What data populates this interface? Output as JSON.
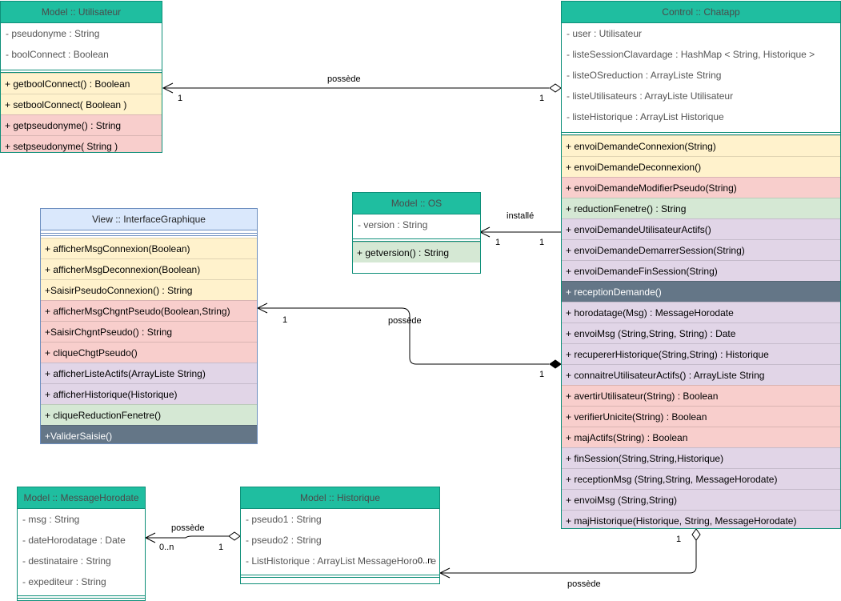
{
  "utilisateur": {
    "title": "Model :: Utilisateur",
    "attributes": [
      "- pseudonyme  : String",
      "- boolConnect  : Boolean"
    ],
    "operations": [
      {
        "label": "+ getboolConnect()  : Boolean",
        "color": "yellow"
      },
      {
        "label": "+ setboolConnect( Boolean )",
        "color": "yellow"
      },
      {
        "label": "+ getpseudonyme()  : String",
        "color": "red"
      },
      {
        "label": "+ setpseudonyme( String )",
        "color": "red"
      }
    ]
  },
  "chatapp": {
    "title": "Control :: Chatapp",
    "attributes": [
      "- user : Utilisateur",
      "- listeSessionClavardage : HashMap  < String, Historique >",
      "- listeOSreduction : ArrayListe String",
      "- listeUtilisateurs : ArrayListe Utilisateur",
      "- listeHistorique :  ArrayList Historique"
    ],
    "operations": [
      {
        "label": "+ envoiDemandeConnexion(String)",
        "color": "yellow"
      },
      {
        "label": "+ envoiDemandeDeconnexion()",
        "color": "yellow"
      },
      {
        "label": "+ envoiDemandeModifierPseudo(String)",
        "color": "red"
      },
      {
        "label": "+ reductionFenetre() : String",
        "color": "green"
      },
      {
        "label": "+ envoiDemandeUtilisateurActifs()",
        "color": "purple"
      },
      {
        "label": "+ envoiDemandeDemarrerSession(String)",
        "color": "purple"
      },
      {
        "label": "+ envoiDemandeFinSession(String)",
        "color": "purple"
      },
      {
        "label": "+ receptionDemande()",
        "color": "dark"
      },
      {
        "label": "+ horodatage(Msg) : MessageHorodate",
        "color": "purple"
      },
      {
        "label": "+ envoiMsg (String,String, String) : Date",
        "color": "purple"
      },
      {
        "label": "+ recupererHistorique(String,String) :  Historique",
        "color": "purple"
      },
      {
        "label": "+ connaitreUtilisateurActifs() :  ArrayListe String",
        "color": "purple"
      },
      {
        "label": "+ avertirUtilisateur(String) : Boolean",
        "color": "red"
      },
      {
        "label": "+ verifierUnicite(String) : Boolean",
        "color": "red"
      },
      {
        "label": "+ majActifs(String) : Boolean",
        "color": "red"
      },
      {
        "label": "+ finSession(String,String,Historique)",
        "color": "purple"
      },
      {
        "label": "+ receptionMsg (String,String, MessageHorodate)",
        "color": "purple"
      },
      {
        "label": "+ envoiMsg (String,String)",
        "color": "purple"
      },
      {
        "label": "+ majHistorique(Historique, String, MessageHorodate)",
        "color": "purple"
      }
    ]
  },
  "os": {
    "title": "Model :: OS",
    "attributes": [
      "- version : String"
    ],
    "operations": [
      {
        "label": "+ getversion() : String",
        "color": "green"
      }
    ]
  },
  "interface": {
    "title": "View :: InterfaceGraphique",
    "operations": [
      {
        "label": "+ afficherMsgConnexion(Boolean)",
        "color": "yellow"
      },
      {
        "label": "+ afficherMsgDeconnexion(Boolean)",
        "color": "yellow"
      },
      {
        "label": "+SaisirPseudoConnexion() : String",
        "color": "yellow"
      },
      {
        "label": "+ afficherMsgChgntPseudo(Boolean,String)",
        "color": "red"
      },
      {
        "label": "+SaisirChgntPseudo() : String",
        "color": "red"
      },
      {
        "label": "+ cliqueChgtPseudo()",
        "color": "red"
      },
      {
        "label": "+ afficherListeActifs(ArrayListe String)",
        "color": "purple"
      },
      {
        "label": "+ afficherHistorique(Historique)",
        "color": "purple"
      },
      {
        "label": "+ cliqueReductionFenetre()",
        "color": "green"
      },
      {
        "label": "+ValiderSaisie()",
        "color": "dark"
      }
    ]
  },
  "messagehorodate": {
    "title": "Model :: MessageHorodate",
    "attributes": [
      "- msg  : String",
      "- dateHorodatage  : Date",
      "- destinataire : String",
      "- expediteur : String"
    ]
  },
  "historique": {
    "title": "Model :: Historique",
    "attributes": [
      "- pseudo1  : String",
      "- pseudo2  : String",
      "- ListHistorique : ArrayList MessageHorodate"
    ]
  },
  "relations": {
    "possede_label": "possède",
    "installe_label": "installé",
    "one": "1",
    "zero_n": "0..n"
  }
}
